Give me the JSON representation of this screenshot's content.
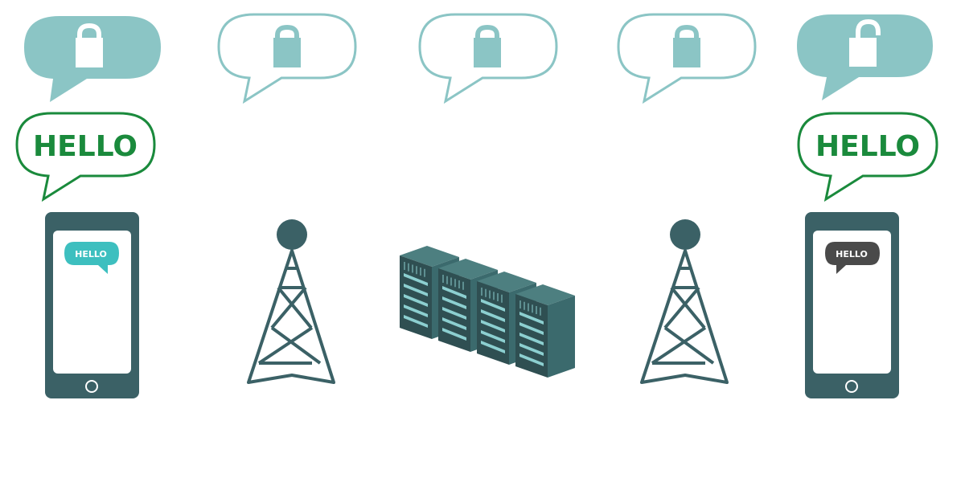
{
  "colors": {
    "teal_light": "#8bc5c5",
    "dark_slate": "#3b6166",
    "green": "#1a8a3c",
    "bubble_teal": "#3dbfbf",
    "bubble_gray": "#4a4a4a",
    "white": "#ffffff",
    "server_front": "#2f4f52",
    "server_side": "#3b6a6d",
    "server_top": "#4d7f80",
    "server_stripe": "#8ccfd0"
  },
  "sender": {
    "message": "HELLO",
    "screen_message": "HELLO"
  },
  "receiver": {
    "message": "HELLO",
    "screen_message": "HELLO"
  },
  "icons": {
    "locked": "lock-icon",
    "unlocked": "unlock-icon",
    "phone": "smartphone-icon",
    "tower": "cell-tower-icon",
    "server": "server-rack-icon"
  }
}
